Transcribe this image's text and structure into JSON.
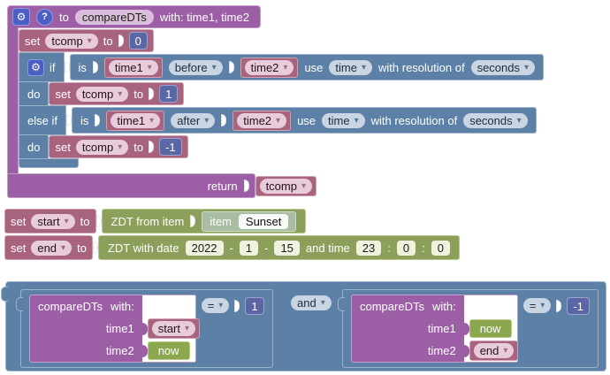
{
  "colors": {
    "purple": "#9c5fa6",
    "purple_border": "#c39fc8",
    "rose": "#a8647e",
    "rose_border": "#cfa0b1",
    "blue": "#5d81a6",
    "blue_border": "#9ab3ca",
    "indigo": "#5b67a5",
    "indigo_border": "#9aa3cf",
    "olive": "#8ca05c",
    "olive_border": "#b8c78e",
    "green": "#8ba84f",
    "green_border": "#b6cc85",
    "sage": "#a9bda2",
    "sage_border": "#d0dcc9",
    "icon_blue": "#4a5ec4"
  },
  "icons": {
    "gear": "⚙",
    "help": "?"
  },
  "fn": {
    "to": "to",
    "name": "compareDTs",
    "params": "with: time1, time2",
    "set0": {
      "set": "set",
      "var": "tcomp",
      "to": "to",
      "value": "0"
    },
    "if_label": "if",
    "cond1": {
      "is": "is",
      "a": "time1",
      "op": "before",
      "b": "time2",
      "use": "use",
      "use_val": "time",
      "res_label": "with resolution of",
      "res_val": "seconds"
    },
    "do1_label": "do",
    "set1": {
      "set": "set",
      "var": "tcomp",
      "to": "to",
      "value": "1"
    },
    "elseif_label": "else if",
    "cond2": {
      "is": "is",
      "a": "time1",
      "op": "after",
      "b": "time2",
      "use": "use",
      "use_val": "time",
      "res_label": "with resolution of",
      "res_val": "seconds"
    },
    "do2_label": "do",
    "set2": {
      "set": "set",
      "var": "tcomp",
      "to": "to",
      "value": "-1"
    },
    "return_label": "return",
    "return_var": "tcomp"
  },
  "start_row": {
    "set": "set",
    "var": "start",
    "to": "to",
    "zdt_label": "ZDT from item",
    "item_label": "item",
    "item_name": "Sunset"
  },
  "end_row": {
    "set": "set",
    "var": "end",
    "to": "to",
    "zdt_label": "ZDT with date",
    "year": "2022",
    "sep1": "-",
    "month": "1",
    "sep2": "-",
    "day": "15",
    "time_label": "and time",
    "hour": "23",
    "c1": ":",
    "minute": "0",
    "c2": ":",
    "second": "0"
  },
  "logic": {
    "and_op": "and",
    "left": {
      "name": "compareDTs",
      "with": "with:",
      "t1": "time1",
      "t1_val": "start",
      "t2": "time2",
      "t2_val": "now",
      "op": "=",
      "value": "1"
    },
    "right": {
      "name": "compareDTs",
      "with": "with:",
      "t1": "time1",
      "t1_val": "now",
      "t2": "time2",
      "t2_val": "end",
      "op": "=",
      "value": "-1"
    }
  }
}
